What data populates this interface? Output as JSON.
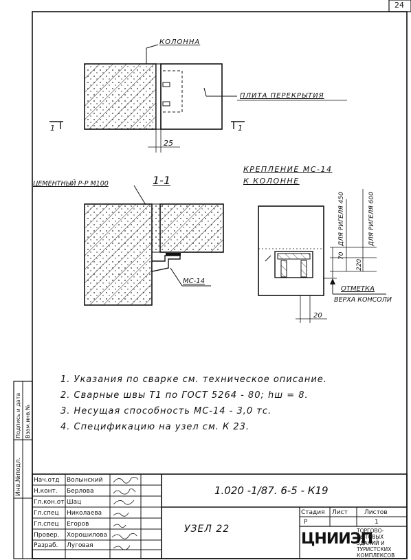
{
  "sheet_number": "24",
  "top_view": {
    "column_label": "КОЛОННА",
    "slab_label": "ПЛИТА ПЕРЕКРЫТИЯ",
    "section_mark_left": "1",
    "section_mark_right": "1",
    "gap_dim": "25"
  },
  "section_view": {
    "title": "1-1",
    "mortar_label": "ЦЕМЕНТНЫЙ Р-Р М100",
    "connector_label": "МС-14"
  },
  "fastening_view": {
    "title_line1": "КРЕПЛЕНИЕ МС-14",
    "title_line2": "К КОЛОННЕ",
    "dim_70": "70",
    "dim_220": "220",
    "label_450": "ДЛЯ РИГЕЛЯ 450",
    "label_600": "ДЛЯ РИГЕЛЯ 600",
    "mark_label1": "ОТМЕТКА",
    "mark_label2": "ВЕРХА КОНСОЛИ",
    "dim_20": "20"
  },
  "notes": [
    "1. Указания по сварке см. техническое описание.",
    "2. Сварные швы Т1 по ГОСТ 5264 - 80; hш = 8.",
    "3. Несущая способность МС-14 - 3,0 тс.",
    "4. Спецификацию на узел см. К 23."
  ],
  "side_strip": {
    "col1": "Инв.№подл.",
    "col2": "Подпись и дата",
    "col3": "Взам.инв.№"
  },
  "title_block": {
    "rows": [
      {
        "role": "Нач.отд",
        "name": "Волынский"
      },
      {
        "role": "Н.конт.",
        "name": "Берлова"
      },
      {
        "role": "Гл.кон.от",
        "name": "Шац"
      },
      {
        "role": "Гл.спец",
        "name": "Николаева"
      },
      {
        "role": "Гл.спец",
        "name": "Егоров"
      },
      {
        "role": "Провер.",
        "name": "Хорошилова"
      },
      {
        "role": "Разраб.",
        "name": "Луговая"
      }
    ],
    "doc_code": "1.020 -1/87. 6-5 - К19",
    "node_title": "УЗЕЛ 22",
    "stage_header": "Стадия",
    "sheet_header": "Лист",
    "sheets_header": "Листов",
    "stage_value": "Р",
    "sheet_value": "1",
    "org_name": "ЦНИИЭП",
    "org_desc": "ТОРГОВО-БЫТОВЫХ ЗДАНИЙ И ТУРИСТСКИХ КОМПЛЕКСОВ"
  }
}
